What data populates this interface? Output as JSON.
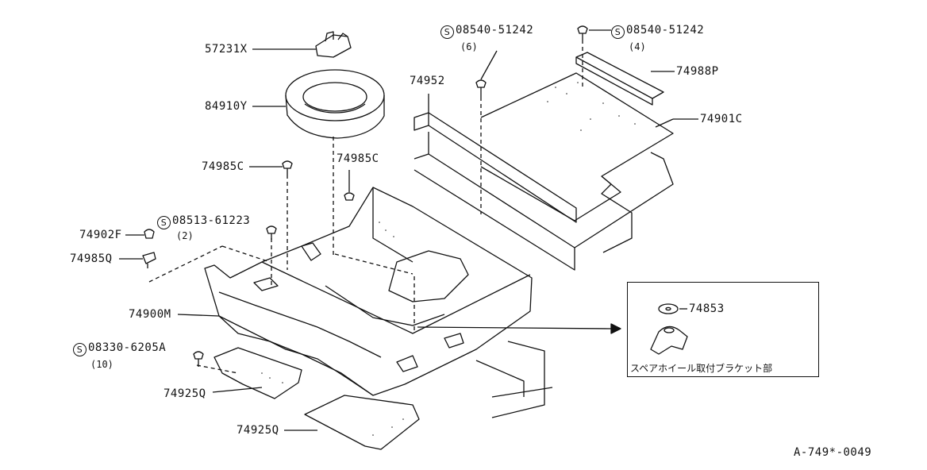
{
  "diagram": {
    "id_code": "A-749*-0049",
    "inset_caption": "スペアホイール取付ブラケット部",
    "std_symbol": "S",
    "parts": {
      "p57231x": "57231X",
      "p84910y": "84910Y",
      "p74985c_left": "74985C",
      "p74985c_mid": "74985C",
      "p74902f": "74902F",
      "p74985q": "74985Q",
      "p74900m": "74900M",
      "p74925q_a": "74925Q",
      "p74925q_b": "74925Q",
      "p74952": "74952",
      "p74988p": "74988P",
      "p74901c": "74901C",
      "p74853": "74853",
      "s08513": "08513-61223",
      "s08513_qty": "(2)",
      "s08540_a": "08540-51242",
      "s08540_a_qty": "(6)",
      "s08540_b": "08540-51242",
      "s08540_b_qty": "(4)",
      "s08330": "08330-6205A",
      "s08330_qty": "(10)"
    }
  }
}
